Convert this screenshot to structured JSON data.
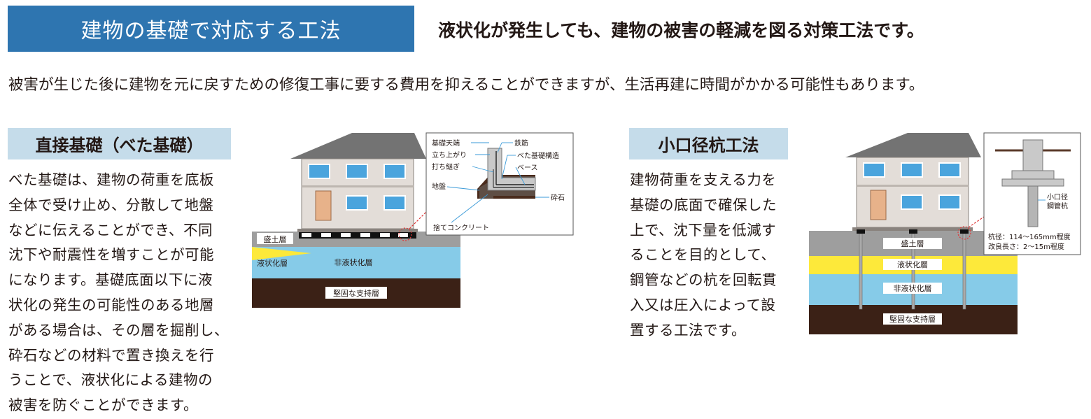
{
  "header": {
    "title": "建物の基礎で対応する工法",
    "subtitle": "液状化が発生しても、建物の被害の軽減を図る対策工法です。",
    "bg_color": "#2e75b0"
  },
  "intro": "被害が生じた後に建物を元に戻すための修復工事に要する費用を抑えることができますが、生活再建に時間がかかる可能性もあります。",
  "section1": {
    "title": "直接基礎（べた基礎）",
    "lines": [
      "べた基礎は、建物の荷重を底板",
      "全体で受け止め、分散して地盤",
      "などに伝えることができ、不同",
      "沈下や耐震性を増すことが可能",
      "になります。基礎底面以下に液",
      "状化の発生の可能性のある地層",
      "がある場合は、その層を掘削し、",
      "砕石などの材料で置き換えを行",
      "うことで、液状化による建物の",
      "被害を防ぐことができます。"
    ],
    "diagram": {
      "layers": {
        "fill": "盛土層",
        "liquefiable": "液状化層",
        "non_liquefiable": "非液状化層",
        "bearing": "堅固な支持層"
      },
      "detail": {
        "top_of_foundation": "基礎天端",
        "rebar": "鉄筋",
        "riser": "立ち上がり",
        "mat_structure": "べた基礎構造",
        "construction_joint": "打ち継ぎ",
        "base": "ベース",
        "ground": "地盤",
        "crushed_stone": "砕石",
        "leveling_concrete": "捨てコンクリート"
      }
    }
  },
  "section2": {
    "title": "小口径杭工法",
    "lines": [
      "建物荷重を支える力を",
      "基礎の底面で確保した",
      "上で、沈下量を低減す",
      "ることを目的として、",
      "鋼管などの杭を回転貫",
      "入又は圧入によって設",
      "置する工法です。"
    ],
    "diagram": {
      "layers": {
        "fill": "盛土層",
        "liquefiable": "液状化層",
        "non_liquefiable": "非液状化層",
        "bearing": "堅固な支持層"
      },
      "detail": {
        "pile_label_1": "小口径",
        "pile_label_2": "鋼管杭",
        "spec_diameter": "杭径：114～165mm程度",
        "spec_length": "改良長さ：2～15m程度"
      }
    }
  },
  "colors": {
    "section_title_bg": "#c5dcea",
    "fill_layer": "#9e9e9e",
    "liquefiable_layer": "#fde93a",
    "non_liquefiable_layer": "#86cbe8",
    "bearing_layer": "#3b2116",
    "roof": "#737373",
    "wall": "#e3ddd8",
    "window": "#4aa4dd",
    "door": "#e7b28a"
  }
}
